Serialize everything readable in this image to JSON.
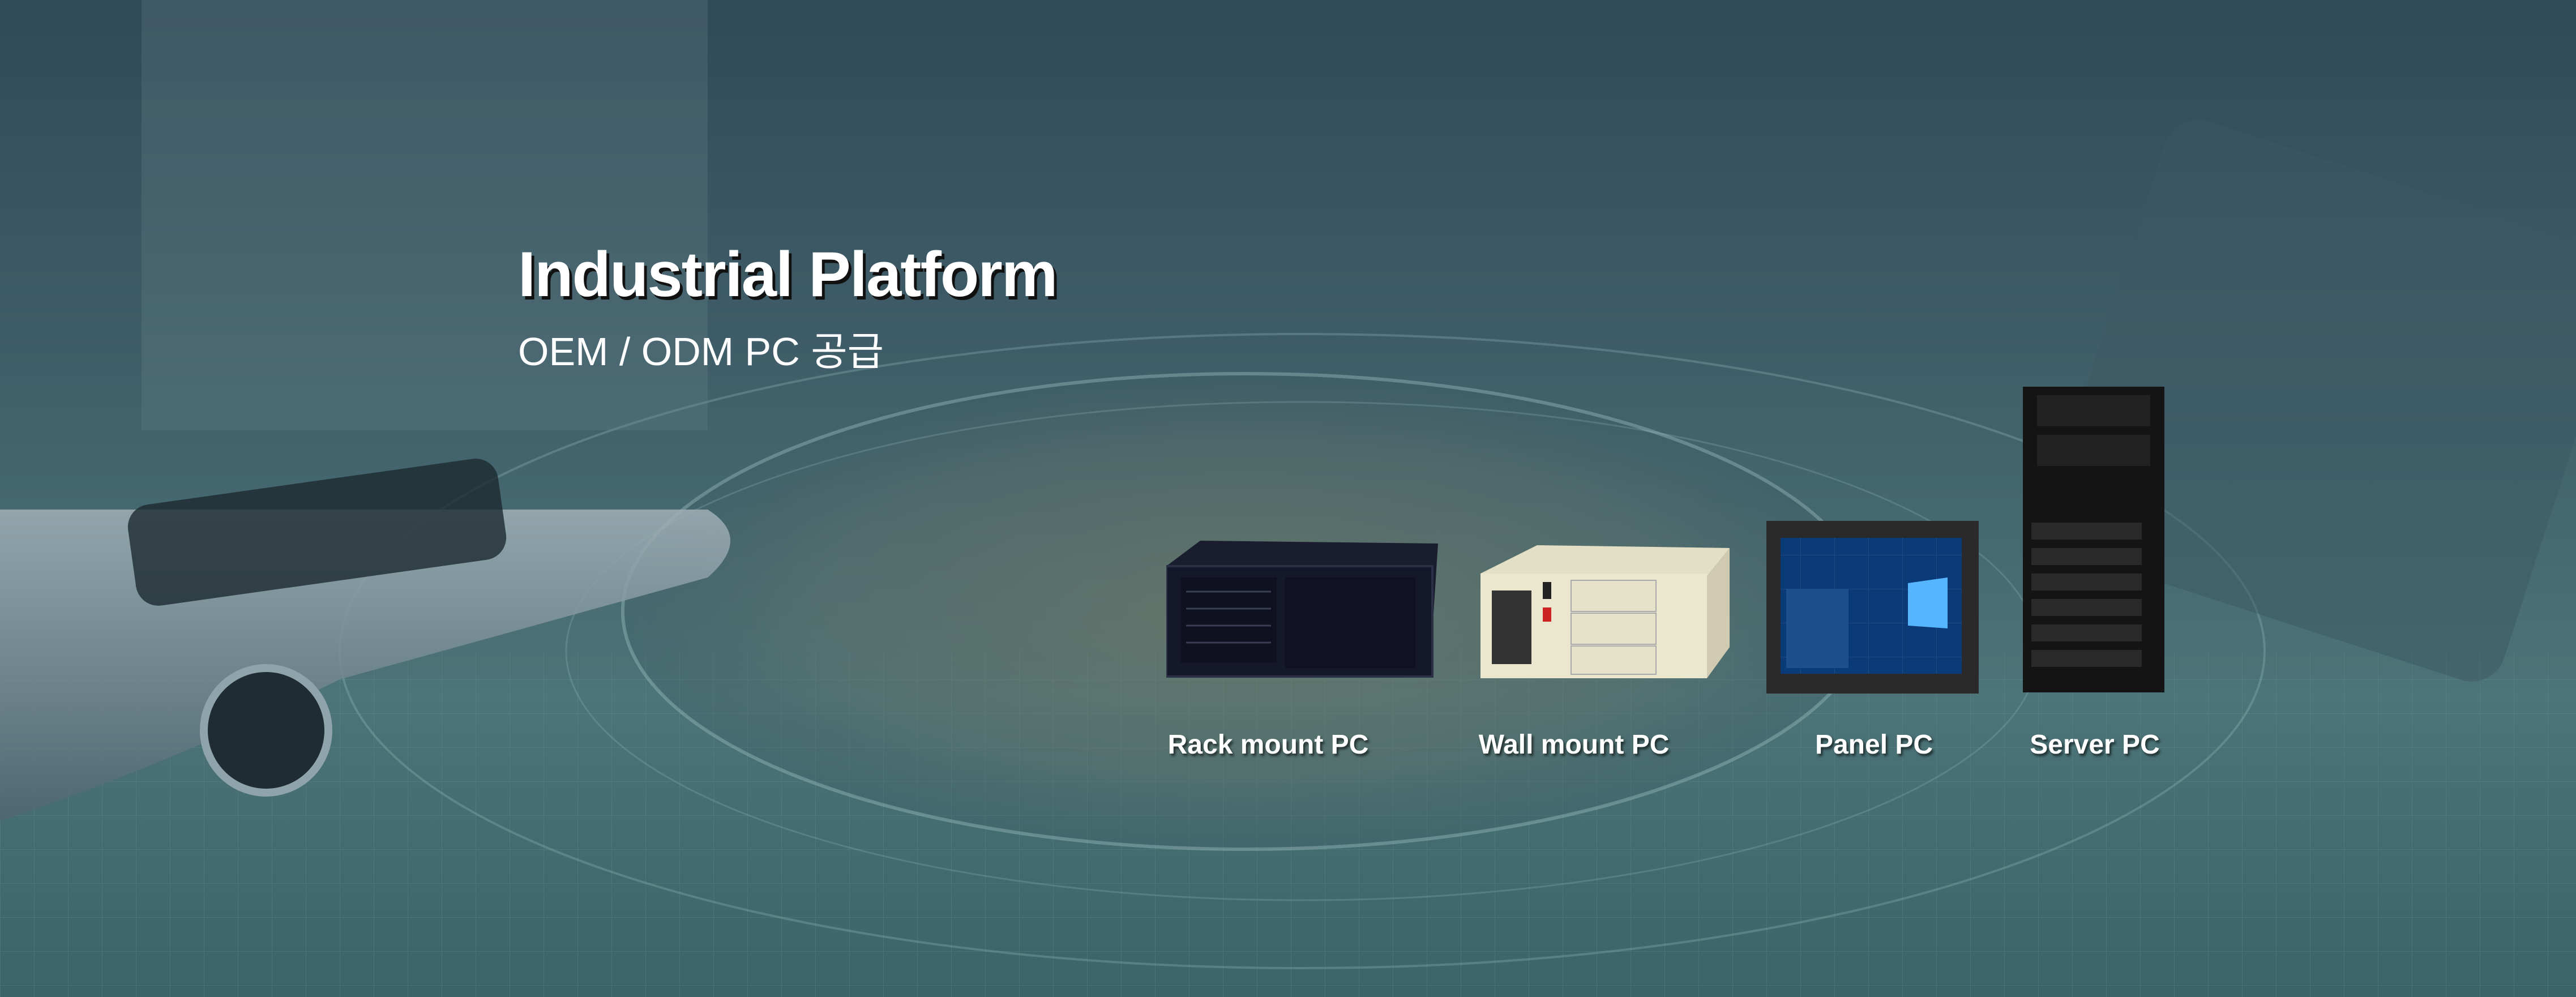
{
  "hero": {
    "title": "Industrial Platform",
    "subtitle": "OEM / ODM PC 공급"
  },
  "products": [
    {
      "label": "Rack mount PC"
    },
    {
      "label": "Wall mount PC"
    },
    {
      "label": "Panel PC"
    },
    {
      "label": "Server PC"
    }
  ]
}
